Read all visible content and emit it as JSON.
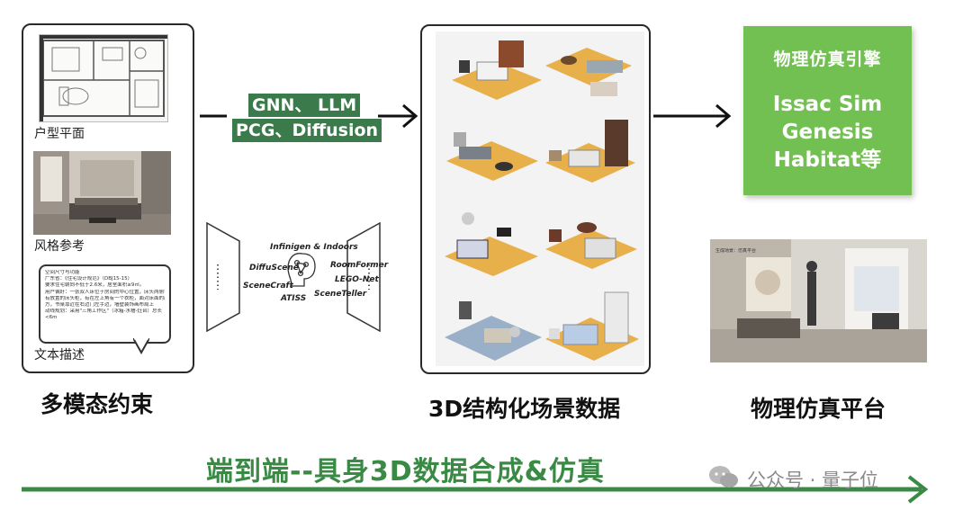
{
  "left_panel": {
    "floorplan_label": "户型平面",
    "style_label": "风格参考",
    "text_label": "文本描述",
    "text_lines": [
      "空间尺寸与功能",
      "广东省：《住宅设计规范》（DBJ15-15）",
      "要求住宅朝向不低于2.6米，居室面积≥9㎡。",
      "用户偏好：一张双人床位于房间的中心位置，床头两侧各",
      "有放置的床头柜，有在左上角有一个衣柜，面对床面的面",
      "方，书桌靠近在右边门左手边，墙壁装饰画布局上",
      "动线规划：采用\"三角工作区\"（冰箱-水槽-灶台）总长",
      "<6m"
    ]
  },
  "methods": {
    "line1": "GNN、 LLM",
    "line2": "PCG、Diffusion"
  },
  "models": {
    "infinigen": "Infinigen & Indoors",
    "diffuscene": "DiffuScene",
    "roomformer": "RoomFormer",
    "scenecraft": "SceneCraft",
    "legonet": "LEGO-Net",
    "atiss": "ATISS",
    "sceneteller": "SceneTeller"
  },
  "engine": {
    "title": "物理仿真引擎",
    "items": [
      "Issac Sim",
      "Genesis",
      "Habitat等"
    ]
  },
  "sim_photo": {
    "label": "生成场景：仿真平台"
  },
  "captions": {
    "left": "多模态约束",
    "center": "3D结构化场景数据",
    "right": "物理仿真平台"
  },
  "banner": "端到端--具身3D数据合成&仿真",
  "watermark": "公众号 · 量子位",
  "colors": {
    "green_chip": "#3b7a4b",
    "engine_green": "#72c051",
    "banner_green": "#3a8a45"
  }
}
